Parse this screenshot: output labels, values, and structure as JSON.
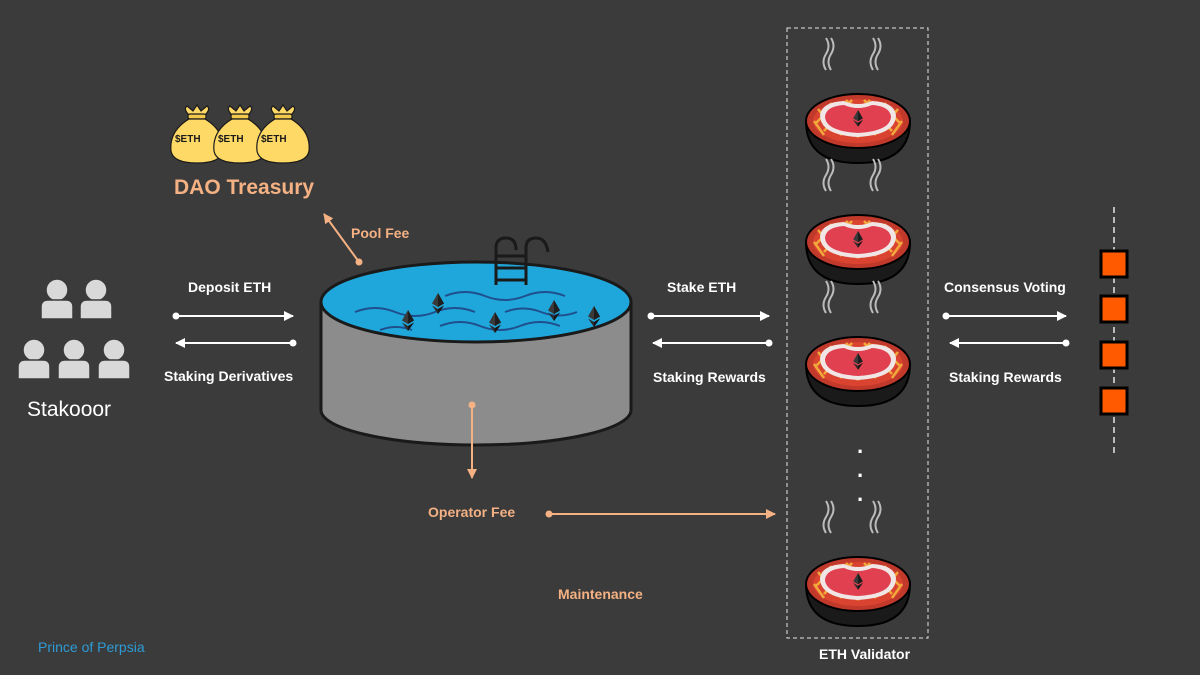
{
  "labels": {
    "deposit_eth": "Deposit ETH",
    "staking_derivatives": "Staking Derivatives",
    "stake_eth": "Stake ETH",
    "staking_rewards_pool": "Staking Rewards",
    "consensus_voting": "Consensus Voting",
    "staking_rewards_chain": "Staking Rewards",
    "pool_fee": "Pool Fee",
    "operator_fee": "Operator Fee",
    "maintenance": "Maintenance",
    "dao_treasury": "DAO Treasury",
    "stakooor": "Stakooor",
    "eth_validator": "ETH Validator",
    "credit": "Prince of Perpsia",
    "bag_text": "$ETH",
    "ellipsis": "·\n·\n·"
  },
  "colors": {
    "background": "#3b3b3b",
    "white_text": "#ffffff",
    "peach_text": "#f4b183",
    "pool_water": "#1fa7dc",
    "pool_wall": "#8c8c8c",
    "bag_fill": "#ffd966",
    "block_fill": "#ff5a00",
    "grill_body": "#1a1a1a",
    "steak_red": "#e0404f",
    "credit_blue": "#2e9bd6"
  },
  "icons": [
    "people-group-icon",
    "money-bag-icon",
    "swimming-pool-icon",
    "pool-ladder-icon",
    "ethereum-icon",
    "grill-steak-icon",
    "blockchain-block-icon"
  ]
}
